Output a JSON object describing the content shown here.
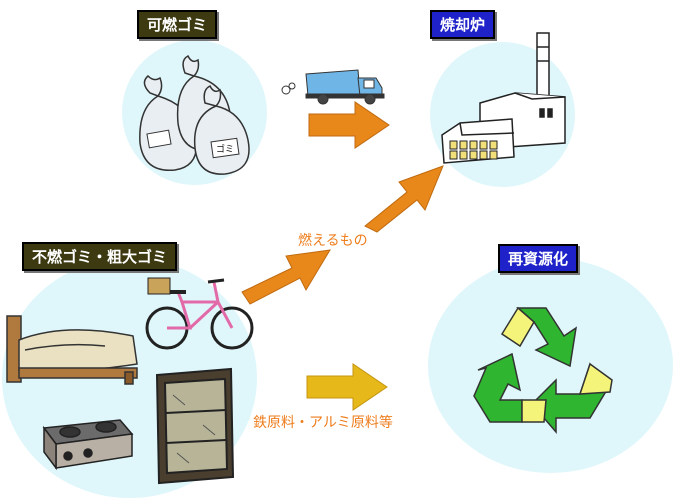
{
  "labels": {
    "combustible": "可燃ゴミ",
    "incinerator": "焼却炉",
    "noncombustible": "不燃ゴミ・粗大ゴミ",
    "recycle": "再資源化"
  },
  "bag_text": "ゴミ",
  "flows": {
    "burnable": "燃えるもの",
    "materials": "鉄原料・アルミ原料等"
  },
  "colors": {
    "label_dark": "#3d3a12",
    "label_blue": "#1f22c8",
    "arrow_orange": "#e8881a",
    "arrow_yellow": "#e6b81a",
    "circle_bg": "#dff7fb",
    "recycle_green": "#2fb52f",
    "recycle_yellow": "#f4f47a"
  }
}
